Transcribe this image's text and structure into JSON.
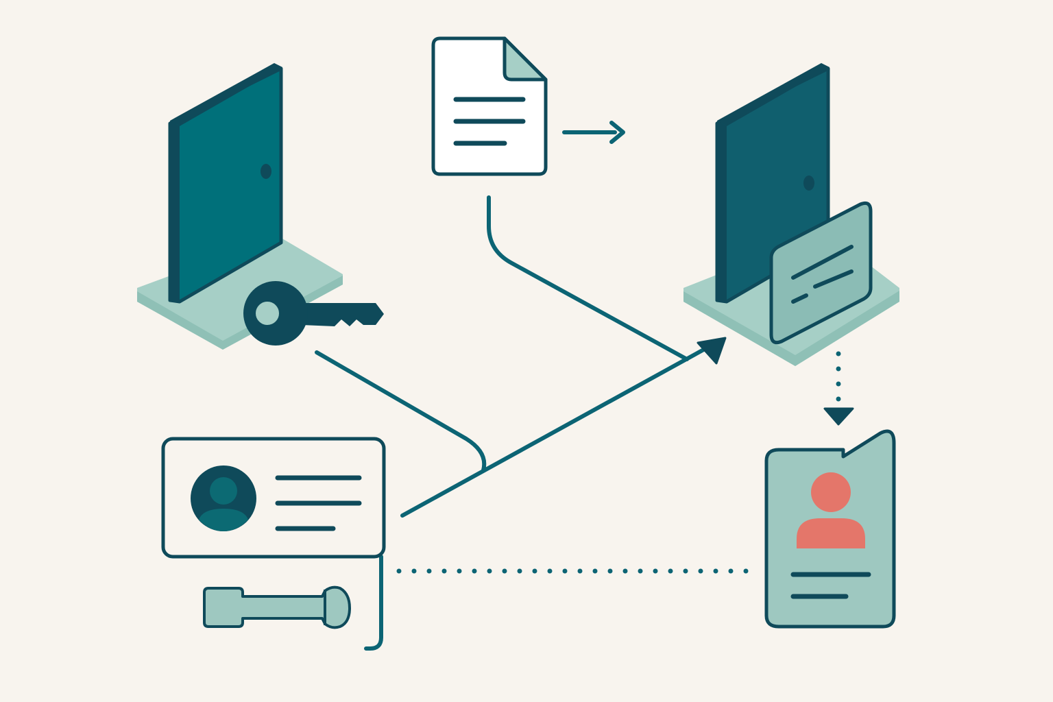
{
  "colors": {
    "background": "#f8f4ee",
    "outline": "#0f4a5a",
    "teal_door": "#00707a",
    "dark_teal_door": "#105f6e",
    "platform": "#a6cfc6",
    "platform_edge": "#8fc0b6",
    "card_fill": "#9ec8c0",
    "sticky_fill": "#8bbcb5",
    "doc_fold": "#a6cfc6",
    "avatar_fill": "#0c6a73",
    "person_coral": "#e4766a",
    "key_fill": "#0f4a5a",
    "key_hole": "#a6cfc6",
    "flow_line": "#0c6474"
  },
  "nodes": [
    {
      "id": "left-door",
      "icon": "door-icon",
      "extras": [
        "key-icon"
      ]
    },
    {
      "id": "document",
      "icon": "document-icon"
    },
    {
      "id": "right-door",
      "icon": "door-icon",
      "extras": [
        "note-card-icon"
      ]
    },
    {
      "id": "profile-card",
      "icon": "id-card-icon"
    },
    {
      "id": "mobile-badge",
      "icon": "mobile-badge-icon"
    },
    {
      "id": "wrench",
      "icon": "wrench-icon"
    }
  ],
  "edges": [
    {
      "from": "document",
      "to": "right-door",
      "style": "solid",
      "arrow": true
    },
    {
      "from": "left-door",
      "to": "right-door",
      "style": "solid",
      "arrow": true
    },
    {
      "from": "profile-card",
      "to": "right-door",
      "style": "solid",
      "arrow": true
    },
    {
      "from": "right-door",
      "to": "mobile-badge",
      "style": "dotted",
      "arrow": true
    },
    {
      "from": "profile-card",
      "to": "mobile-badge",
      "style": "dotted",
      "arrow": false
    }
  ]
}
